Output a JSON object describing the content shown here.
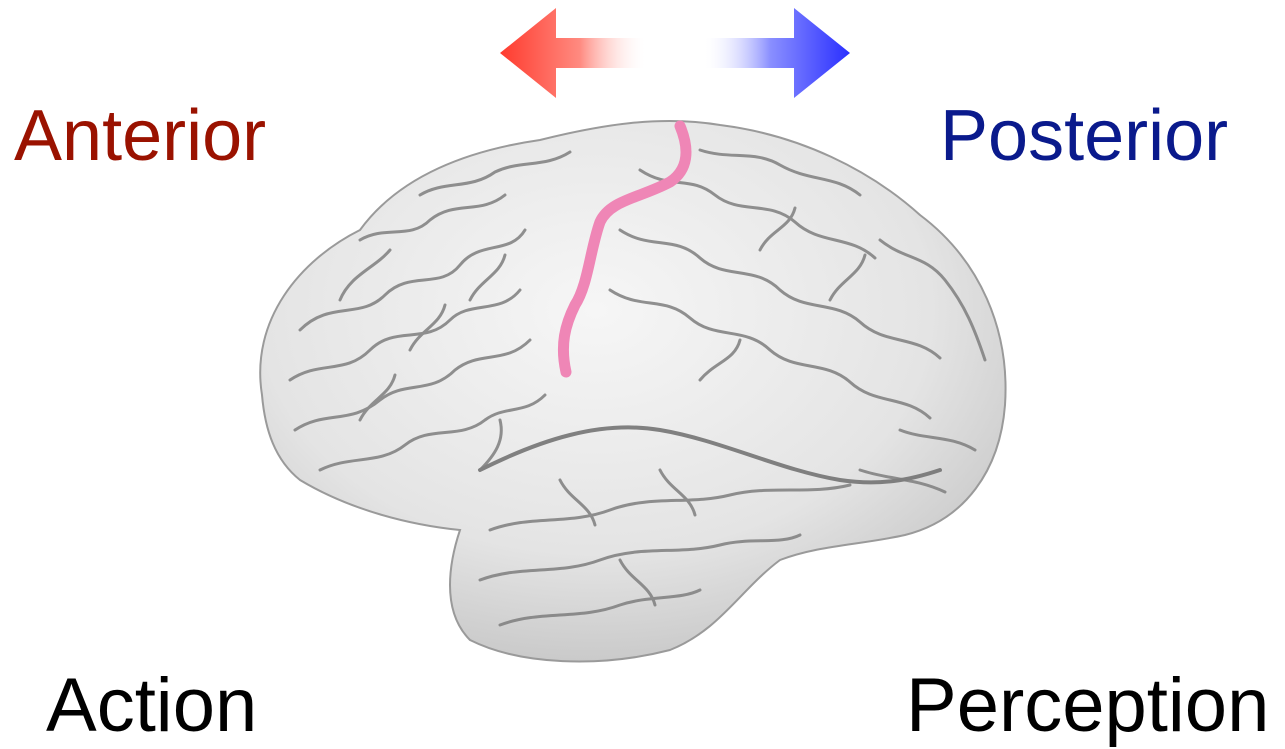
{
  "labels": {
    "anterior": "Anterior",
    "posterior": "Posterior",
    "action": "Action",
    "perception": "Perception"
  },
  "colors": {
    "anterior": "#9a1200",
    "posterior": "#0a1a8c",
    "action": "#000000",
    "perception": "#000000",
    "arrow_left": "#ff4a3a",
    "arrow_right": "#2a34ff",
    "central_sulcus": "#ef86b6",
    "brain_fill": "#e6e6e6",
    "brain_stroke": "#8a8a8a"
  },
  "icons": {
    "left_arrow": "left-arrow-icon",
    "right_arrow": "right-arrow-icon",
    "brain": "brain-icon"
  }
}
